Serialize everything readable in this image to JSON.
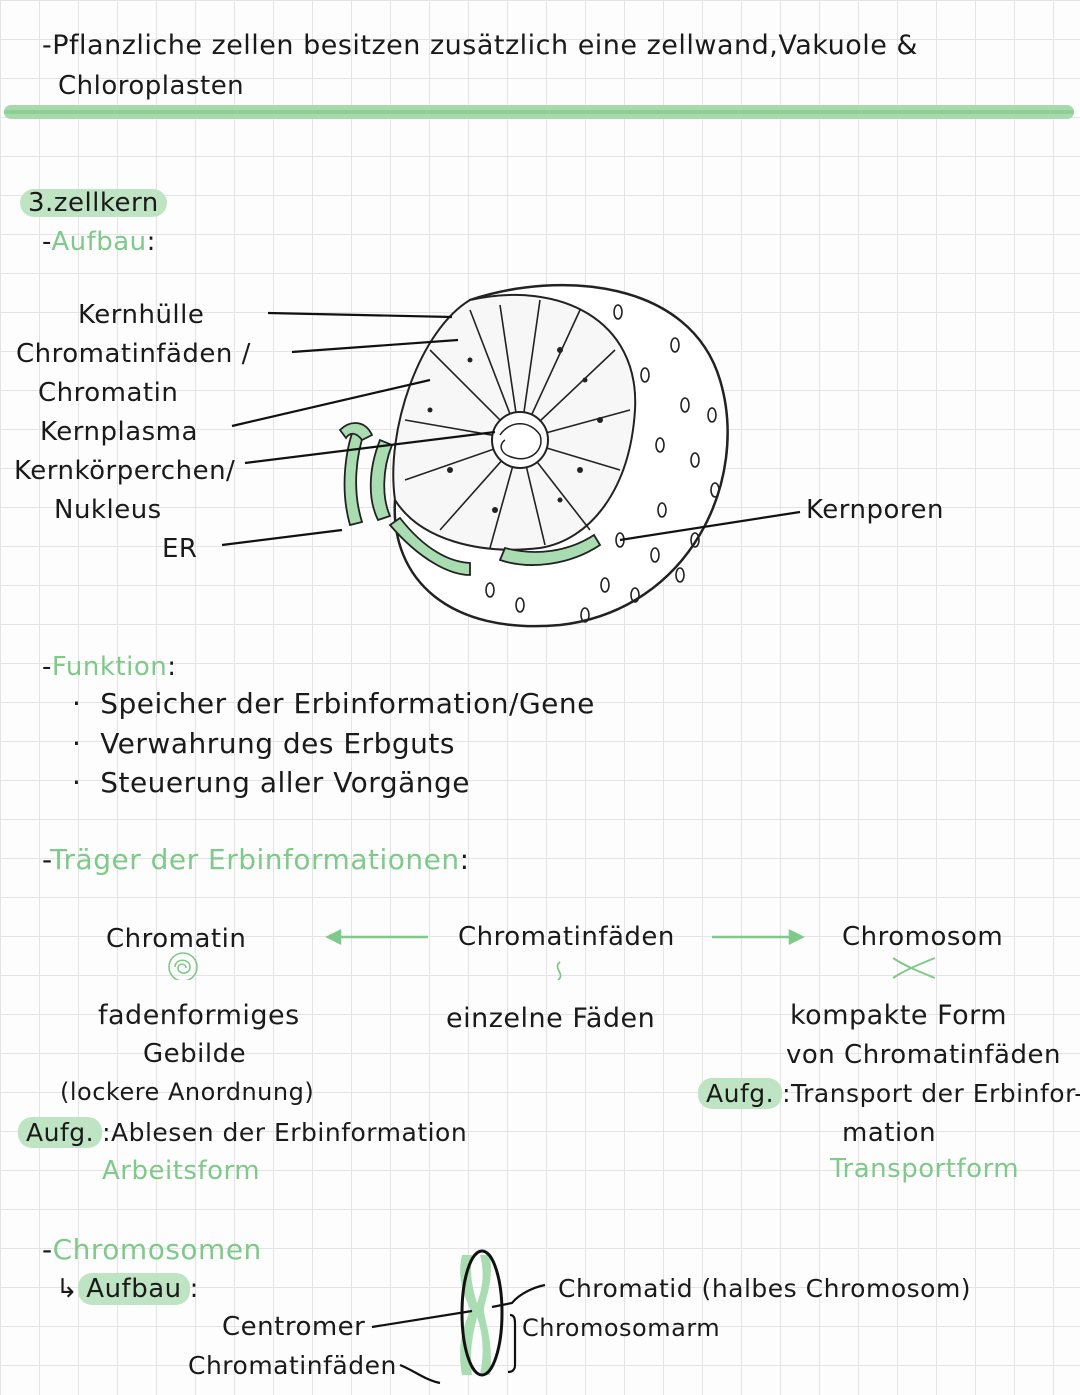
{
  "intro": {
    "line1": "-Pflanzliche zellen besitzen zusätzlich eine zellwand,Vakuole &",
    "line2": "Chloroplasten"
  },
  "section": {
    "title": "3.zellkern",
    "aufbau_label": "Aufbau",
    "aufbau_prefix": "-",
    "colon": ":"
  },
  "diagram_labels": {
    "kernhuelle": "Kernhülle",
    "chromatinfaeden": "Chromatinfäden /",
    "chromatin": "Chromatin",
    "kernplasma": "Kernplasma",
    "kernkoerperchen": "Kernkörperchen/",
    "nukleus": "Nukleus",
    "er": "ER",
    "kernporen": "Kernporen"
  },
  "funktion": {
    "label": "Funktion",
    "items": [
      "Speicher der Erbinformation/Gene",
      "Verwahrung des Erbguts",
      "Steuerung aller Vorgänge"
    ]
  },
  "traeger": {
    "label": "Träger der Erbinformationen",
    "left": {
      "title": "Chromatin",
      "desc1": "fadenformiges",
      "desc2": "Gebilde",
      "desc3": "(lockere Anordnung)",
      "aufg": "Aufg.",
      "aufg_text": ":Ablesen der Erbinformation",
      "form": "Arbeitsform"
    },
    "middle": {
      "title": "Chromatinfäden",
      "desc": "einzelne Fäden"
    },
    "right": {
      "title": "Chromosom",
      "desc1": "kompakte Form",
      "desc2": "von Chromatinfäden",
      "aufg": "Aufg.",
      "aufg_text": ":Transport der Erbinfor-",
      "desc3": "mation",
      "form": "Transportform"
    }
  },
  "chromosomen": {
    "label": "Chromosomen",
    "aufbau": "Aufbau",
    "arrow": "↳",
    "centromer": "Centromer",
    "chromatinfaeden": "Chromatinfäden",
    "chromatid": "Chromatid (halbes Chromosom)",
    "chromosomarm": "Chromosomarm"
  },
  "colors": {
    "accent_green": "#7fc98a",
    "highlight_green": "#bfe4c3",
    "ink": "#1a1a1a"
  }
}
